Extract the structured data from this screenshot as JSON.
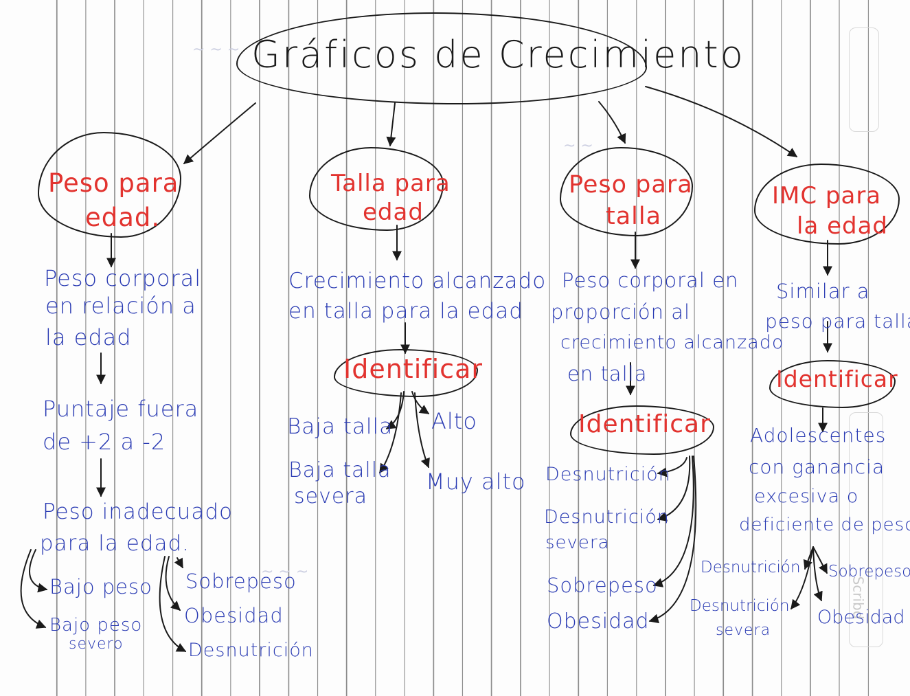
{
  "title": "Gráficos de Crecimiento",
  "columns": [
    {
      "heading": [
        "Peso para",
        "edad."
      ],
      "steps": [
        [
          "Peso corporal",
          "en relación a",
          "la edad"
        ],
        [
          "Puntaje fuera",
          "de +2 a -2"
        ],
        [
          "Peso inadecuado",
          "para la edad."
        ]
      ],
      "outcomes_left": [
        "Bajo peso",
        [
          "Bajo peso",
          "severo"
        ]
      ],
      "outcomes_right": [
        "Sobrepeso",
        "Obesidad",
        "Desnutrición"
      ]
    },
    {
      "heading": [
        "Talla para",
        "edad"
      ],
      "steps": [
        [
          "Crecimiento alcanzado",
          "en talla para la edad"
        ]
      ],
      "identify": "Identificar",
      "outcomes_left": [
        "Baja talla",
        [
          "Baja talla",
          "severa"
        ]
      ],
      "outcomes_right": [
        "Alto",
        "Muy alto"
      ]
    },
    {
      "heading": [
        "Peso para",
        "talla"
      ],
      "steps": [
        [
          "Peso corporal en",
          "proporción al",
          "crecimiento alcanzado",
          "en talla"
        ]
      ],
      "identify": "Identificar",
      "outcomes": [
        "Desnutrición",
        [
          "Desnutrición",
          "severa"
        ],
        "Sobrepeso",
        "Obesidad"
      ]
    },
    {
      "heading": [
        "IMC para",
        "la edad"
      ],
      "steps": [
        [
          "Similar a",
          "peso para talla"
        ],
        [
          "Adolescentes",
          "con ganancia",
          "excesiva o",
          "deficiente de peso"
        ]
      ],
      "identify": "Identificar",
      "outcomes_left": [
        "Desnutrición",
        [
          "Desnutrición",
          "severa"
        ]
      ],
      "outcomes_right": [
        "Sobrepeso",
        "Obesidad"
      ]
    }
  ],
  "watermark": "Scribd",
  "colors": {
    "heading": "#e2332f",
    "body": "#2a3bb3",
    "outline": "#1a1a1a",
    "ruling": "#8c8c8c"
  }
}
